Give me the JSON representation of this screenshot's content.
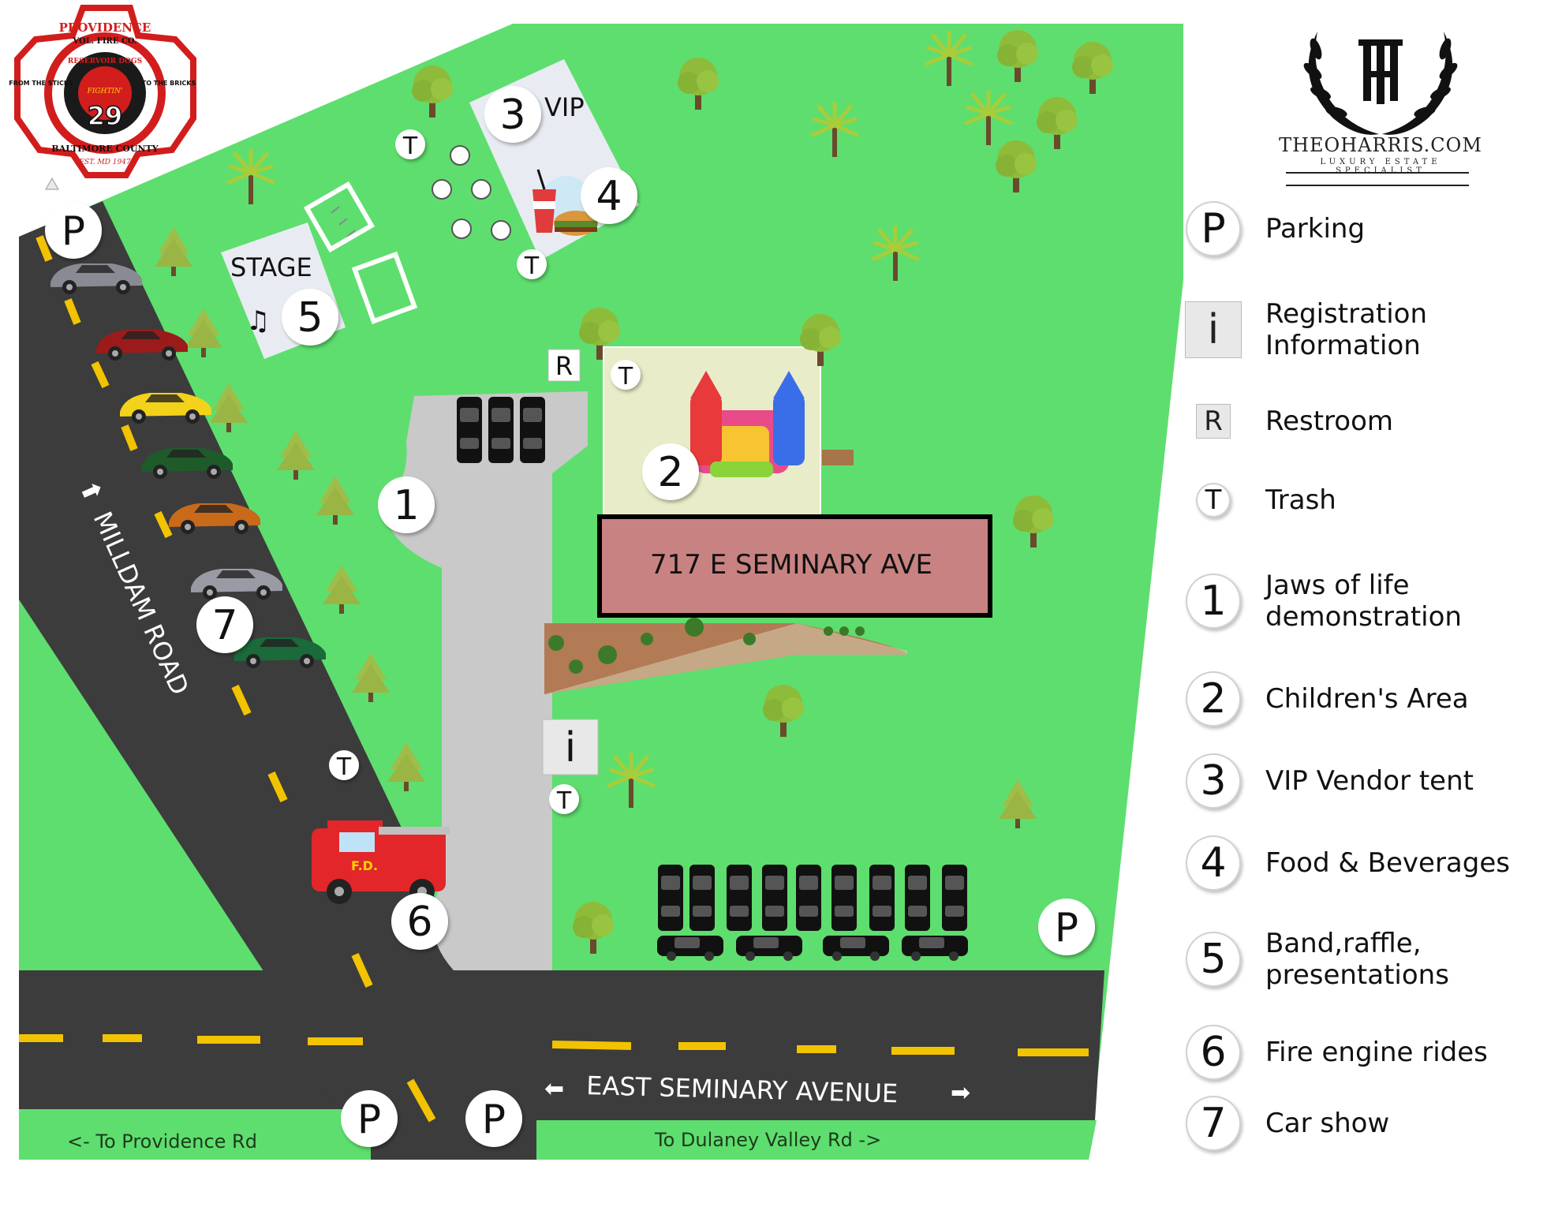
{
  "map": {
    "address_label": "717 E SEMINARY AVE",
    "stage_label": "STAGE",
    "vip_label": "VIP",
    "streets": {
      "milldam": "MILLDAM ROAD",
      "seminary": "EAST SEMINARY AVENUE",
      "to_providence": "<- To Providence Rd",
      "to_dulaney": "To Dulaney Valley Rd ->"
    },
    "markers": {
      "one": "1",
      "two": "2",
      "three": "3",
      "four": "4",
      "five": "5",
      "six": "6",
      "seven": "7",
      "parking": "P",
      "info": "i",
      "restroom": "R",
      "trash": "T"
    },
    "badge": {
      "top": "PROVIDENCE",
      "sub": "VOL. FIRE CO.",
      "ring": "RESERVOIR DOGS",
      "left": "FROM THE STICKS",
      "right": "TO THE BRICKS",
      "motto": "FIGHTIN'",
      "number": "29",
      "bottom": "BALTIMORE COUNTY",
      "est": "EST. MD 1947"
    },
    "fire_truck_label": "F.D."
  },
  "brand": {
    "name": "THEOHARRIS.COM",
    "tagline": "LUXURY ESTATE SPECIALIST",
    "monogram": "TH"
  },
  "legend": [
    {
      "symbol": "P",
      "style": "circle",
      "label": "Parking"
    },
    {
      "symbol": "i",
      "style": "box",
      "label": "Registration\nInformation"
    },
    {
      "symbol": "R",
      "style": "box-small",
      "label": "Restroom"
    },
    {
      "symbol": "T",
      "style": "circle-small",
      "label": "Trash"
    },
    {
      "symbol": "1",
      "style": "circle",
      "label": "Jaws of life\ndemonstration"
    },
    {
      "symbol": "2",
      "style": "circle",
      "label": "Children's Area"
    },
    {
      "symbol": "3",
      "style": "circle",
      "label": "VIP Vendor tent"
    },
    {
      "symbol": "4",
      "style": "circle",
      "label": "Food & Beverages"
    },
    {
      "symbol": "5",
      "style": "circle",
      "label": "Band,raffle,\npresentations"
    },
    {
      "symbol": "6",
      "style": "circle",
      "label": "Fire engine rides"
    },
    {
      "symbol": "7",
      "style": "circle",
      "label": "Car show"
    }
  ],
  "colors": {
    "grass": "#5ede6e",
    "road": "#3c3c3c",
    "lane_marking": "#f2c300",
    "lot": "#c9c9c9",
    "building": "#c98282",
    "mulch": "#b27a55"
  }
}
